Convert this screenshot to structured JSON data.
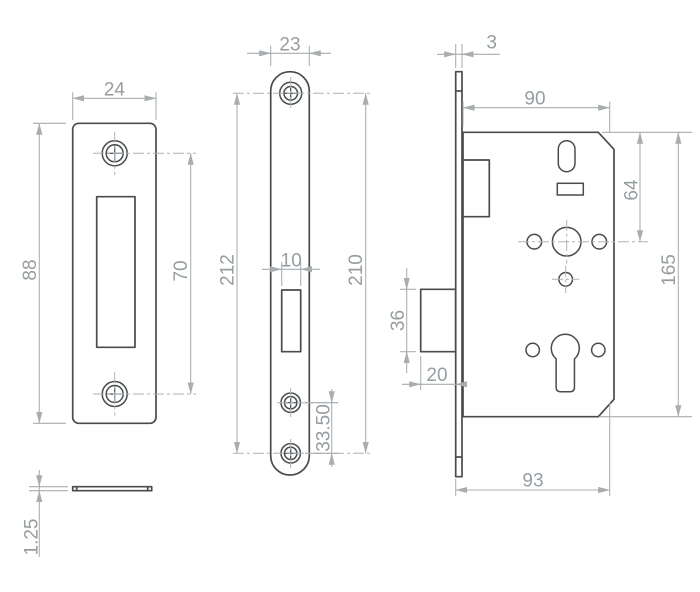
{
  "drawing": {
    "type": "mortice-lock-technical-drawing",
    "colors": {
      "background": "#ffffff",
      "outline": "#484c4f",
      "dimension_line": "#a8adb0",
      "dimension_text": "#969da1"
    },
    "views": {
      "strike_plate_front": {
        "name": "strike plate front view",
        "width": "24",
        "height": "88",
        "hole_spacing": "70"
      },
      "strike_plate_edge": {
        "name": "strike plate edge view",
        "thickness": "1.25"
      },
      "faceplate_front": {
        "name": "faceplate front view",
        "width": "23",
        "length": "212",
        "hole_span": "210",
        "latch_slot_width": "10",
        "lower_hole_spacing": "33.50"
      },
      "lock_case_side": {
        "name": "lock case side view",
        "faceplate_thickness": "3",
        "case_depth": "90",
        "top_to_spindle": "64",
        "case_height": "165",
        "deadbolt_height": "36",
        "deadbolt_throw": "20",
        "overall_depth": "93"
      }
    }
  }
}
